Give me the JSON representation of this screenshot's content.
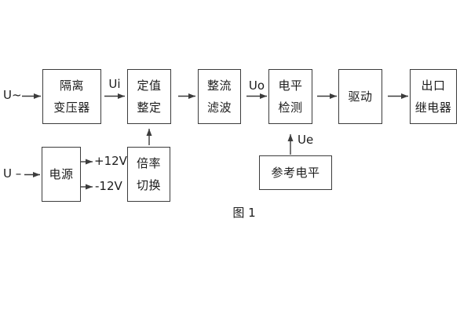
{
  "colors": {
    "background": "#ffffff",
    "line": "#3c3c3c",
    "text": "#1c1c1c"
  },
  "caption": "图 1",
  "blocks": {
    "isolation_transformer": {
      "lines": [
        "隔离",
        "变压器"
      ]
    },
    "setting_adjust": {
      "lines": [
        "定值",
        "整定"
      ]
    },
    "rectifier_filter": {
      "lines": [
        "整流",
        "滤波"
      ]
    },
    "level_detection": {
      "lines": [
        "电平",
        "检测"
      ]
    },
    "drive": {
      "lines": [
        "驱动"
      ]
    },
    "output_relay": {
      "lines": [
        "出口",
        "继电器"
      ]
    },
    "power_supply": {
      "lines": [
        "电源"
      ]
    },
    "rate_switching": {
      "lines": [
        "倍率",
        "切换"
      ]
    },
    "reference_level": {
      "lines": [
        "参考电平"
      ]
    }
  },
  "signals": {
    "ac_input": "U~",
    "ui": "Ui",
    "uo": "Uo",
    "ue": "Ue",
    "dc_input": "U –",
    "plus_12v": "+12V",
    "minus_12v": "-12V"
  }
}
